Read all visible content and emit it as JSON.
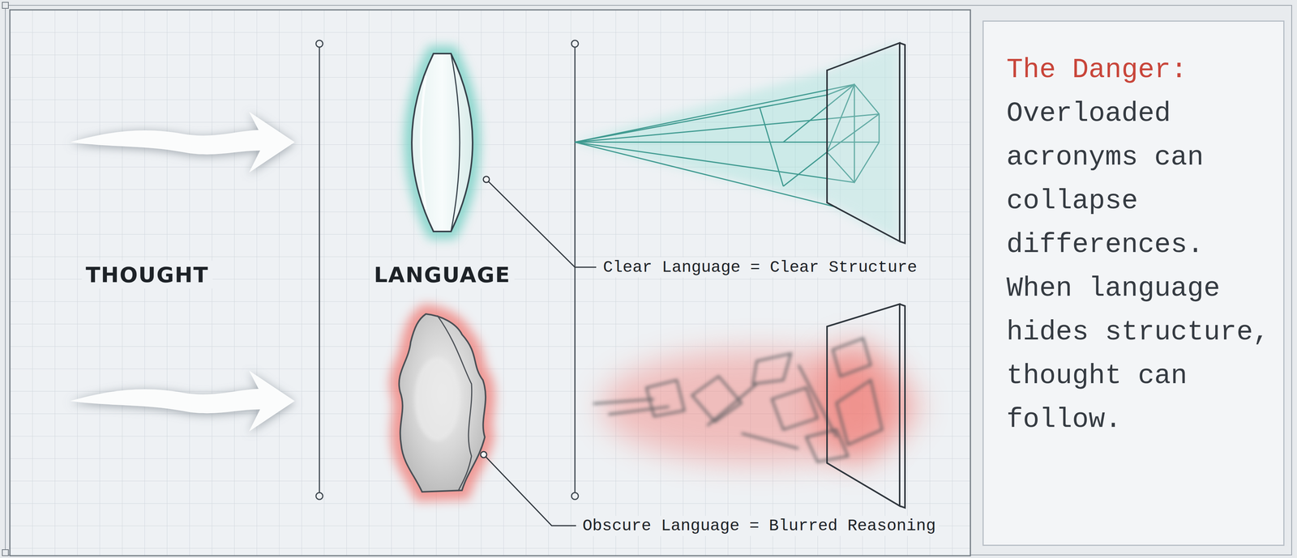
{
  "diagram": {
    "nodes": [
      {
        "text": [
          "The Danger:",
          "Overloaded acronyms can collapse differences. When language hides structure, thought can follow."
        ]
      }
    ],
    "labels": [
      "THOUGHT",
      "LANGUAGE",
      "Clear Language = Clear Structure",
      "Obscure Language = Blurred Reasoning"
    ]
  }
}
